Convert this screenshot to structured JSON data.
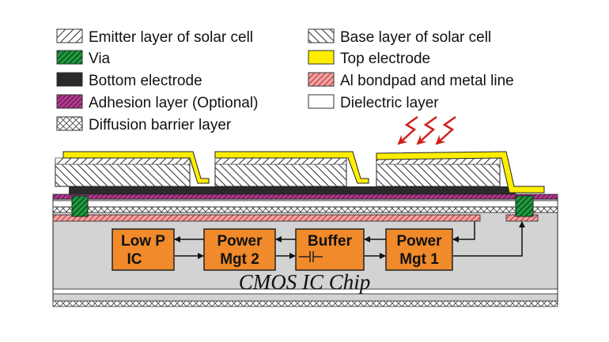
{
  "legend": {
    "emitter": "Emitter layer of solar cell",
    "base": "Base layer of solar cell",
    "via": "Via",
    "top_electrode": "Top electrode",
    "bottom_electrode": "Bottom electrode",
    "bondpad": "Al bondpad and metal line",
    "adhesion": "Adhesion layer (Optional)",
    "dielectric": "Dielectric layer",
    "diffusion": "Diffusion barrier layer"
  },
  "blocks": {
    "lowp_line1": "Low P",
    "lowp_line2": "IC",
    "pm2_line1": "Power",
    "pm2_line2": "Mgt 2",
    "buffer": "Buffer",
    "pm1_line1": "Power",
    "pm1_line2": "Mgt 1"
  },
  "chip_label": "CMOS IC Chip",
  "colors": {
    "via": "#1e9a3e",
    "top_electrode": "#ffee00",
    "bottom_electrode": "#2a2a2a",
    "bondpad": "#f4a2a2",
    "adhesion": "#b23a8e",
    "chip": "#d3d3d3",
    "block": "#f08a2a",
    "light_arrow": "#d0201a"
  }
}
